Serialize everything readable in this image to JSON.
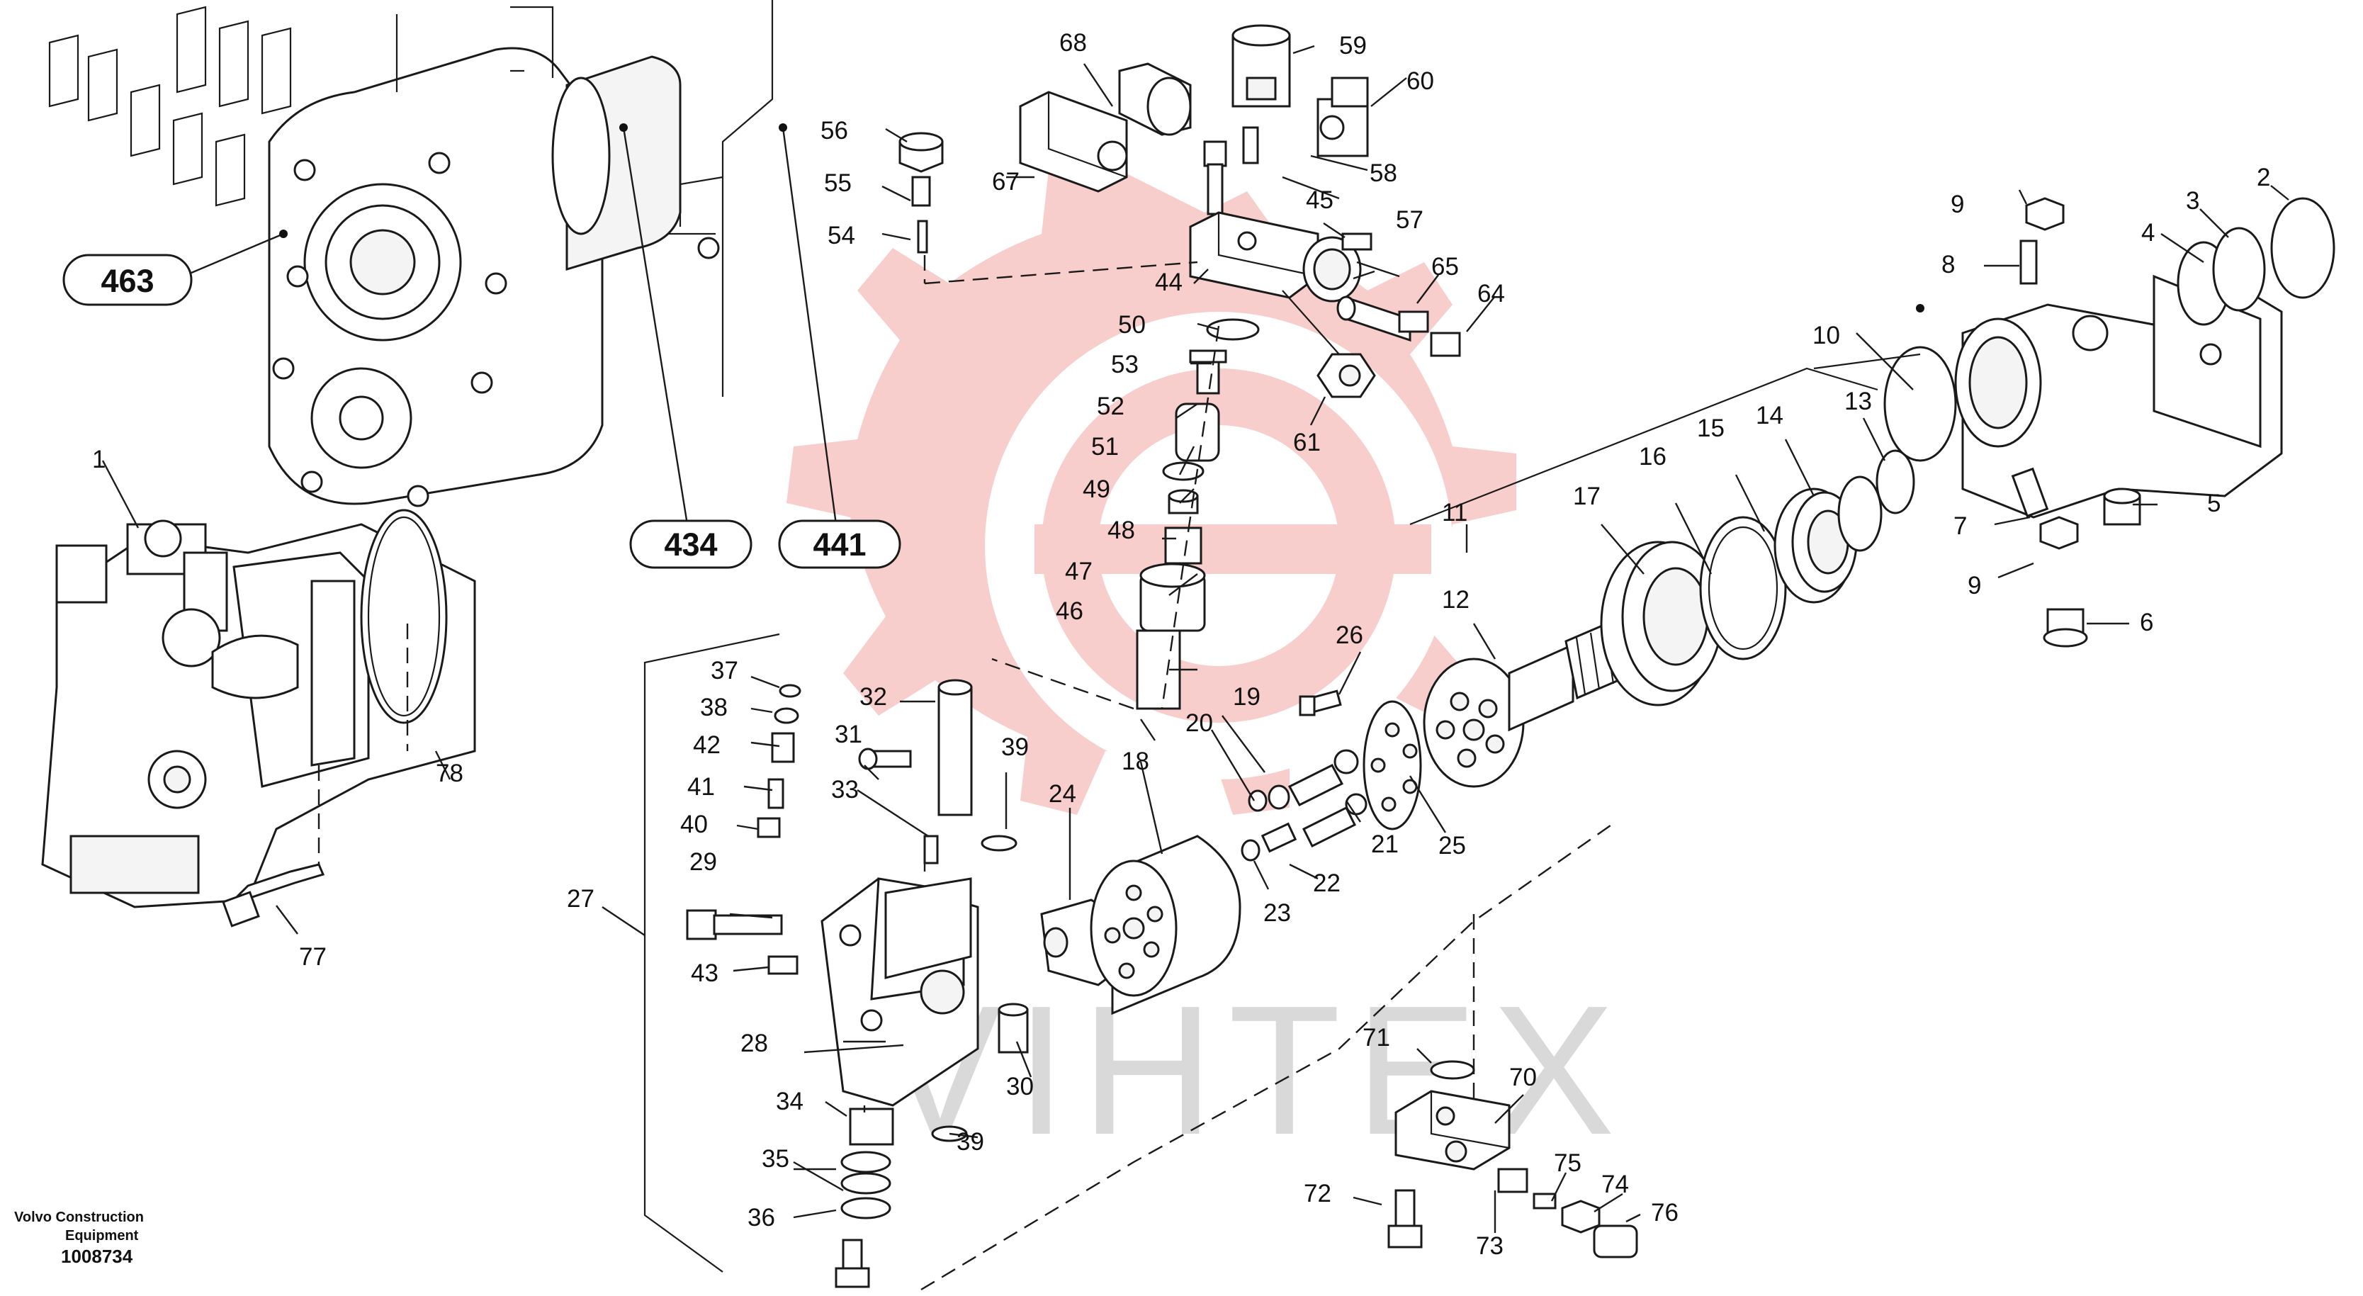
{
  "watermark": {
    "text": "VIHTEX",
    "color": "#f7c9c6"
  },
  "footer": {
    "line1": "Volvo Construction",
    "line2": "Equipment",
    "doc_number": "1008734"
  },
  "assembly_refs": [
    "463",
    "434",
    "441"
  ],
  "part_labels": [
    "1",
    "2",
    "3",
    "4",
    "5",
    "6",
    "7",
    "8",
    "9",
    "9",
    "10",
    "11",
    "12",
    "13",
    "14",
    "15",
    "16",
    "17",
    "18",
    "19",
    "20",
    "21",
    "22",
    "23",
    "24",
    "25",
    "26",
    "27",
    "28",
    "29",
    "30",
    "31",
    "32",
    "33",
    "34",
    "35",
    "36",
    "37",
    "38",
    "39",
    "39",
    "40",
    "41",
    "42",
    "43",
    "44",
    "45",
    "46",
    "47",
    "48",
    "49",
    "50",
    "51",
    "52",
    "53",
    "54",
    "55",
    "56",
    "57",
    "58",
    "59",
    "60",
    "61",
    "64",
    "65",
    "67",
    "68",
    "70",
    "71",
    "72",
    "73",
    "74",
    "75",
    "76",
    "77",
    "78"
  ]
}
